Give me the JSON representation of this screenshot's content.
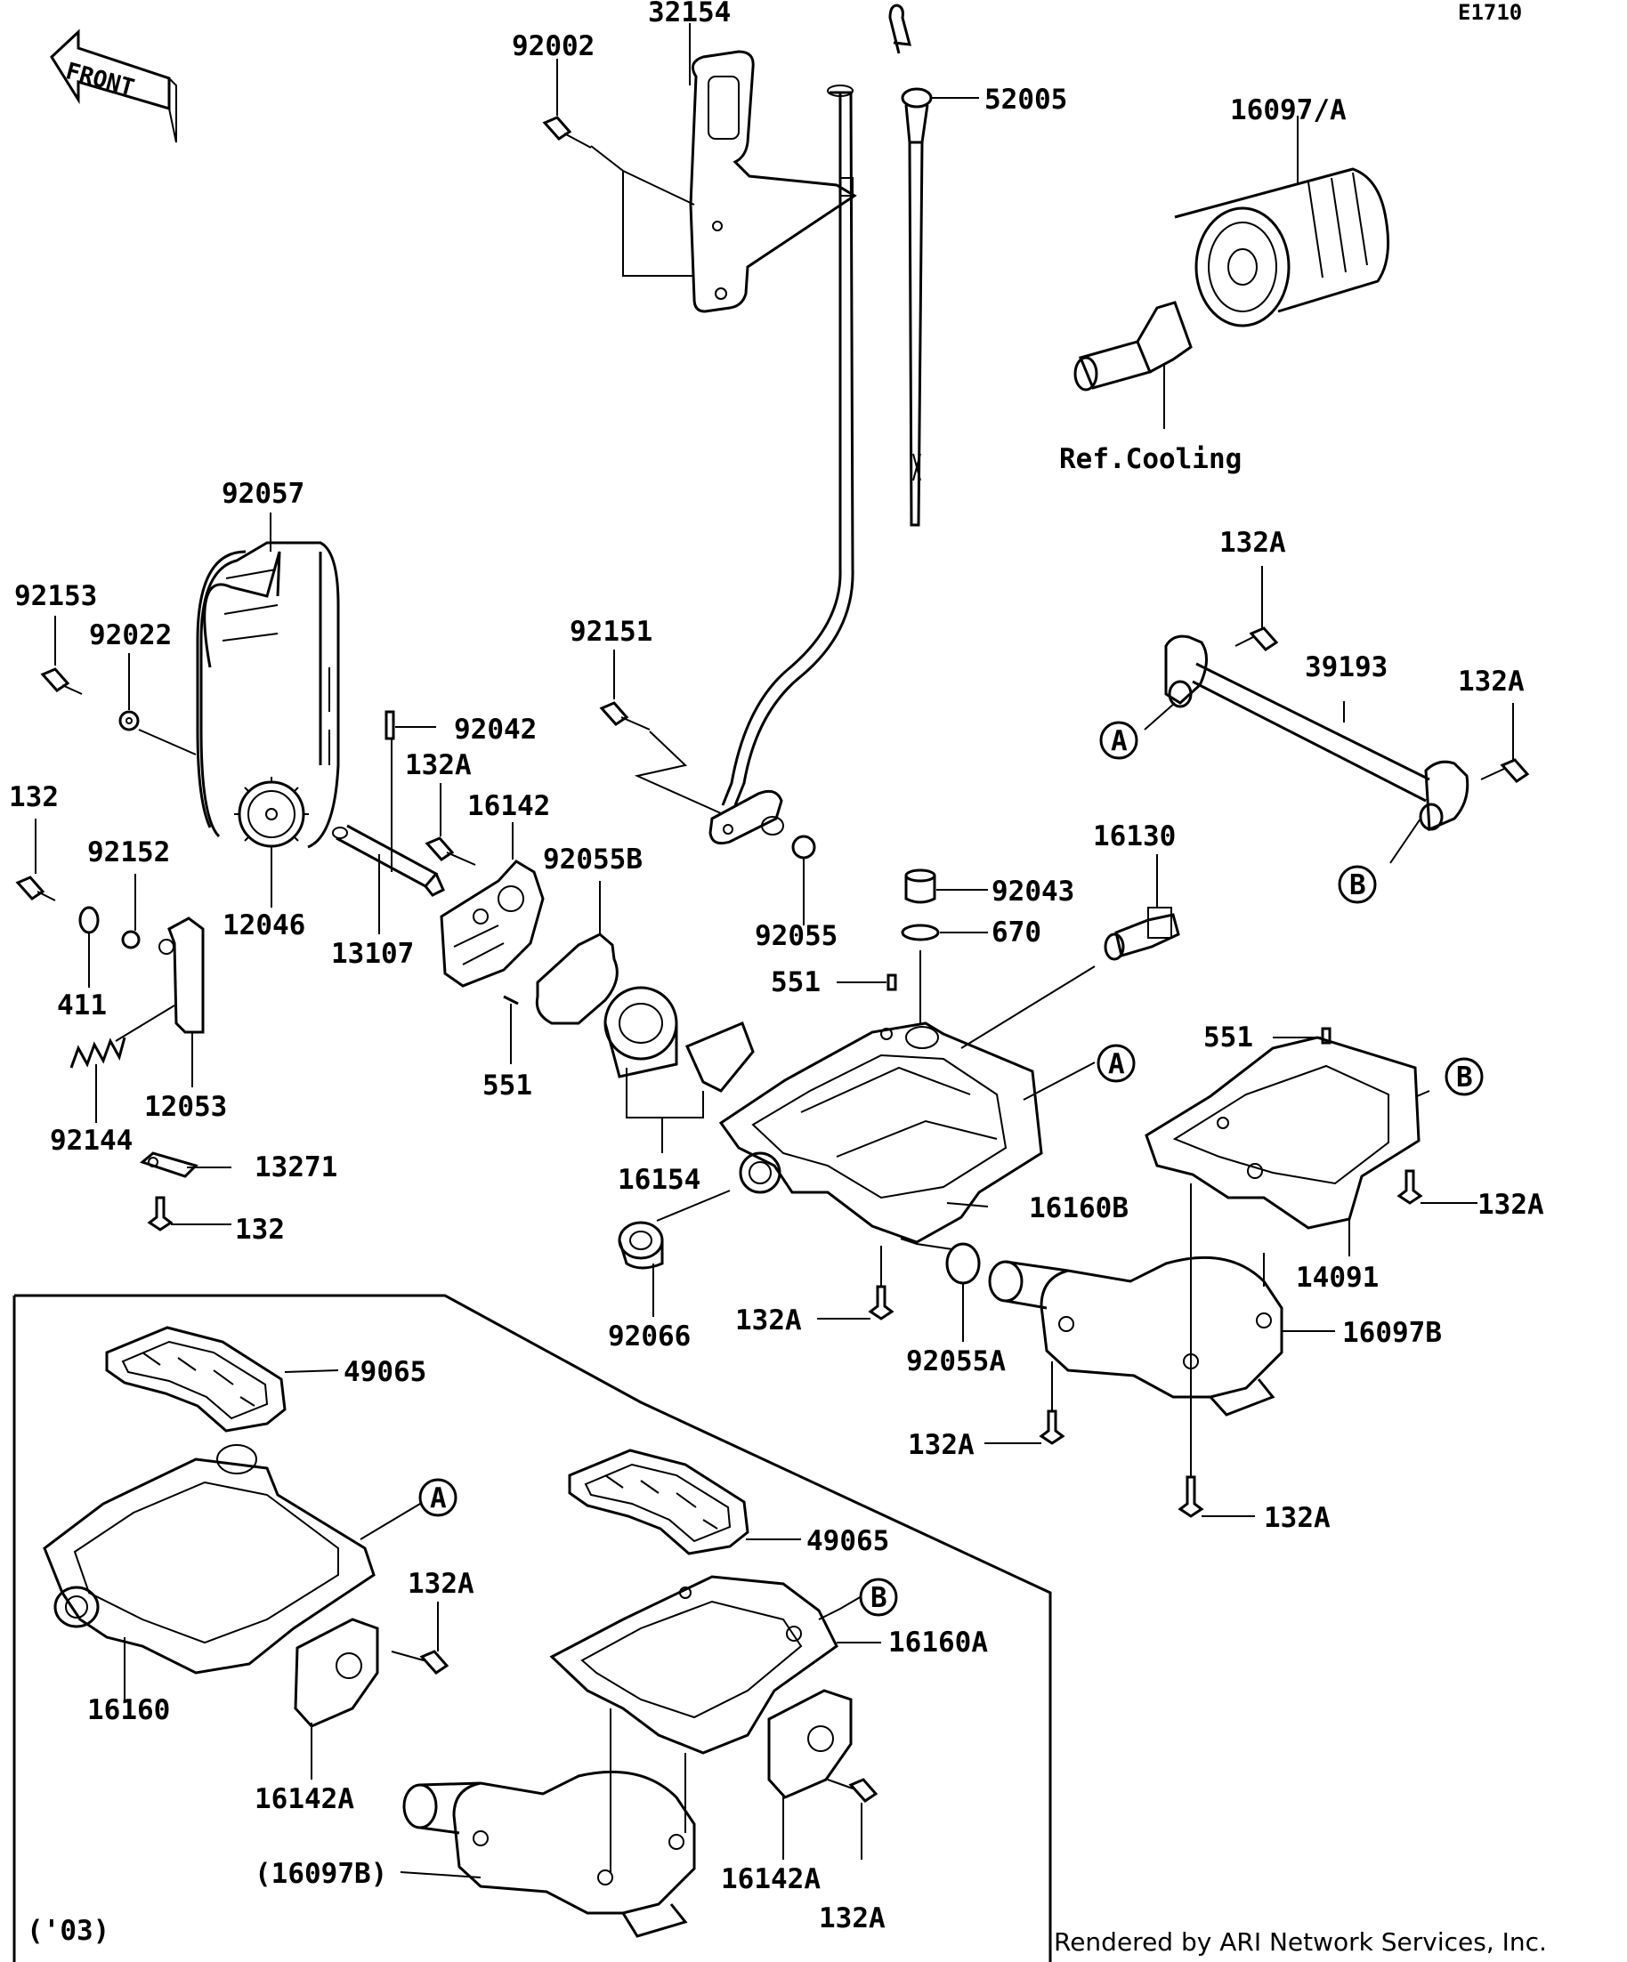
{
  "diagram_code": "E1710",
  "front_label": "FRONT",
  "ref_cooling": "Ref.Cooling",
  "variant_note": "('03)",
  "credit": "Rendered by ARI Network Services, Inc.",
  "labels": {
    "p32154": "32154",
    "p92002": "92002",
    "p52005": "52005",
    "p16097A": "16097/A",
    "p92057": "92057",
    "p92153": "92153",
    "p92022": "92022",
    "p92042": "92042",
    "p132A_a": "132A",
    "p16142": "16142",
    "p92055B": "92055B",
    "p92151": "92151",
    "p132A_b": "132A",
    "p39193": "39193",
    "p132A_c": "132A",
    "p132": "132",
    "p92152": "92152",
    "p12046": "12046",
    "p13107": "13107",
    "p92055": "92055",
    "p16130": "16130",
    "p92043": "92043",
    "p670": "670",
    "p411": "411",
    "p551_a": "551",
    "p551_b": "551",
    "p551_c": "551",
    "p12053": "12053",
    "p92144": "92144",
    "p13271": "13271",
    "p132_b": "132",
    "p16154": "16154",
    "p16160B": "16160B",
    "p132A_d": "132A",
    "p14091": "14091",
    "p92066": "92066",
    "p132A_e": "132A",
    "p92055A": "92055A",
    "p16097B": "16097B",
    "p132A_f": "132A",
    "p132A_g": "132A",
    "p49065_a": "49065",
    "p49065_b": "49065",
    "p132A_h": "132A",
    "p16160A": "16160A",
    "p16160": "16160",
    "p16142A_a": "16142A",
    "p16142A_b": "16142A",
    "p16097B_paren": "(16097B)",
    "p132A_i": "132A"
  },
  "callouts": {
    "A1": "A",
    "B1": "B",
    "A2": "A",
    "B2": "B",
    "A3": "A",
    "B3": "B"
  }
}
